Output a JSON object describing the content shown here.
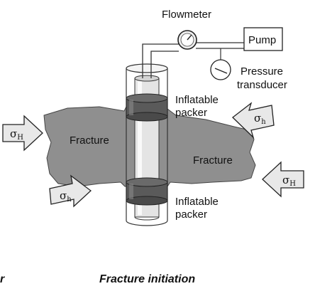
{
  "labels": {
    "flowmeter": "Flowmeter",
    "pump": "Pump",
    "pressure_transducer_line1": "Pressure",
    "pressure_transducer_line2": "transducer",
    "packer_upper_line1": "Inflatable",
    "packer_upper_line2": "packer",
    "packer_lower_line1": "Inflatable",
    "packer_lower_line2": "packer",
    "fracture_left": "Fracture",
    "fracture_right": "Fracture",
    "caption": "Fracture initiation",
    "left_edge_fragment": "r"
  },
  "stresses": {
    "sigma_H_left": {
      "symbol": "σ",
      "subscript": "H"
    },
    "sigma_h_upper_right": {
      "symbol": "σ",
      "subscript": "h"
    },
    "sigma_h_lower_left": {
      "symbol": "σ",
      "subscript": "h"
    },
    "sigma_H_right": {
      "symbol": "σ",
      "subscript": "H"
    }
  },
  "colors": {
    "fracture_fill": "#8f8f8f",
    "packer_fill": "#5a5a5a",
    "tube_fill": "#e4e4e4",
    "arrow_fill": "#e8e8e8",
    "stroke": "#222222"
  }
}
